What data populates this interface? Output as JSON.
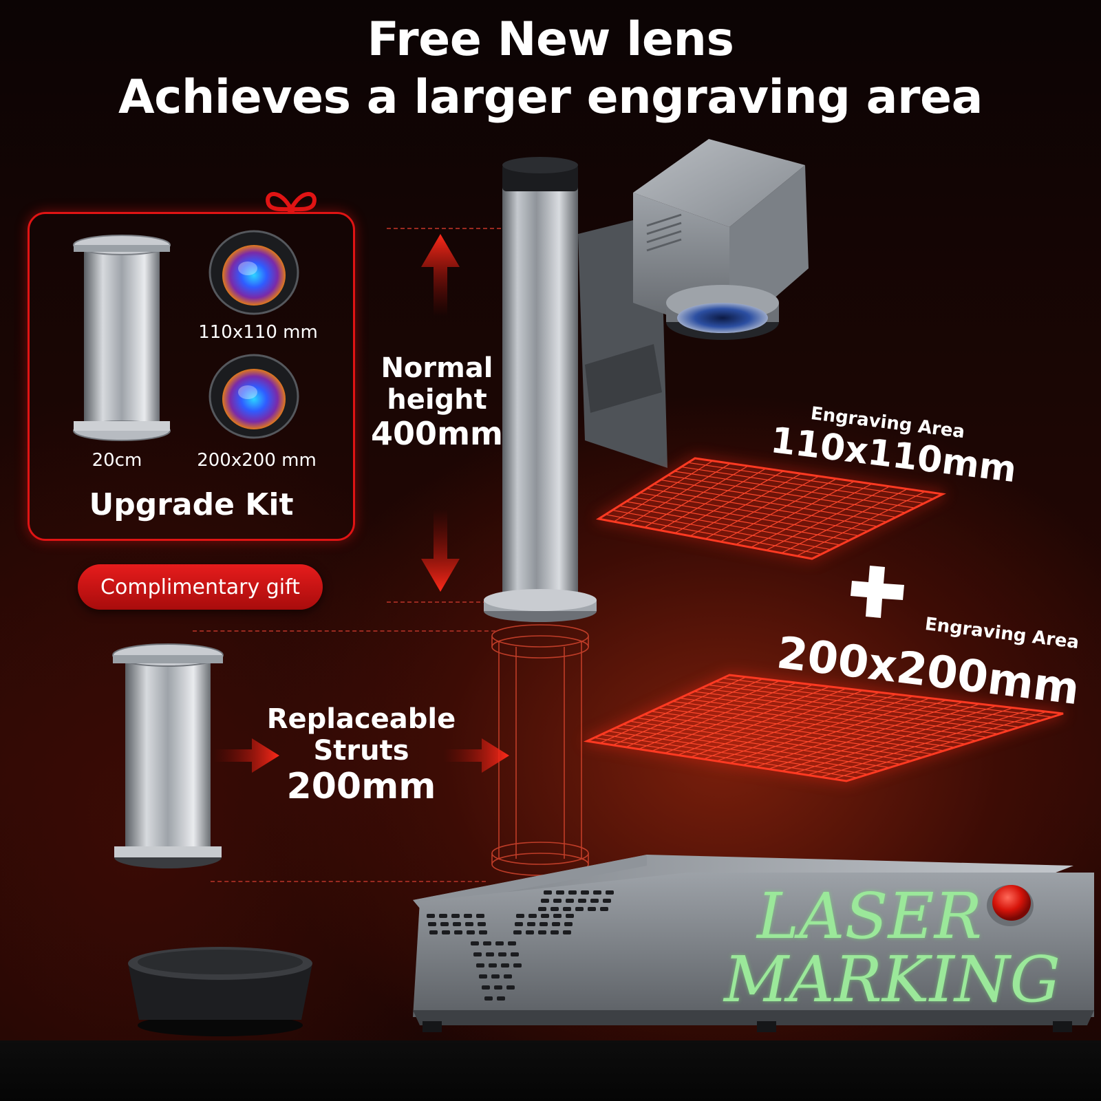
{
  "headline": {
    "line1": "Free New lens",
    "line2": "Achieves a larger engraving area"
  },
  "upgrade_kit": {
    "strut_label": "20cm",
    "lens1_label": "110x110 mm",
    "lens2_label": "200x200 mm",
    "title": "Upgrade Kit"
  },
  "gift_badge": "Complimentary gift",
  "normal_height": {
    "line1": "Normal",
    "line2": "height",
    "line3": "400mm"
  },
  "replaceable_struts": {
    "line1": "Replaceable",
    "line2": "Struts",
    "line3": "200mm"
  },
  "area_small": {
    "caption": "Engraving Area",
    "value": "110x110mm"
  },
  "area_large": {
    "caption": "Engraving Area",
    "value": "200x200mm"
  },
  "machine_text": {
    "line1": "LASER",
    "line2": "MARKING"
  },
  "colors": {
    "accent_red": "#e01414",
    "grid_red": "#ff3a22",
    "metal": "#a9adb3",
    "marking_green": "#9be89a"
  }
}
